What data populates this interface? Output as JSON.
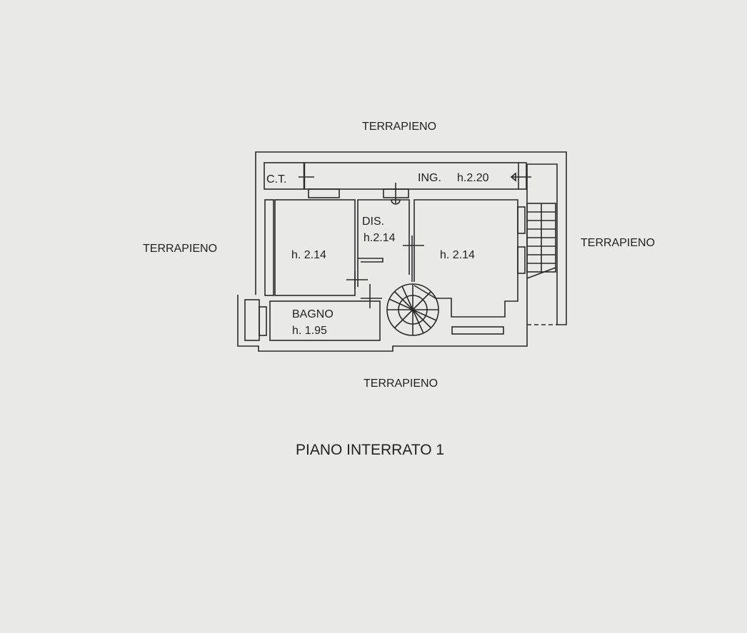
{
  "surroundings": {
    "top": "TERRAPIENO",
    "left": "TERRAPIENO",
    "right": "TERRAPIENO",
    "bottom": "TERRAPIENO"
  },
  "rooms": {
    "ct": "C.T.",
    "ing_name": "ING.",
    "ing_height": "h.2.20",
    "dis_name": "DIS.",
    "dis_height": "h.2.14",
    "left_room_height": "h. 2.14",
    "right_room_height": "h. 2.14",
    "bagno_name": "BAGNO",
    "bagno_height": "h. 1.95"
  },
  "title": "PIANO INTERRATO 1"
}
